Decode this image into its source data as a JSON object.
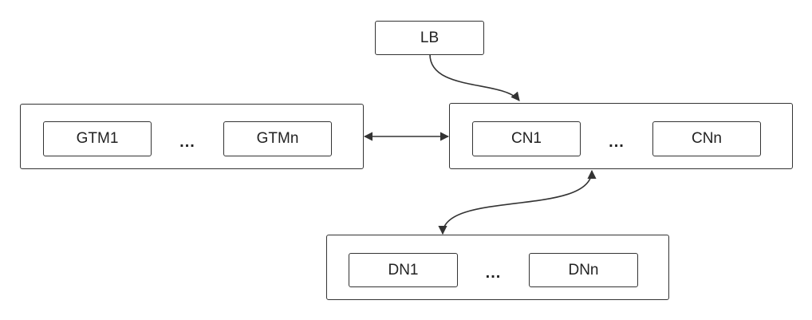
{
  "lb": {
    "label": "LB"
  },
  "gtm_group": {
    "first": "GTM1",
    "ellipsis": "...",
    "last": "GTMn"
  },
  "cn_group": {
    "first": "CN1",
    "ellipsis": "...",
    "last": "CNn"
  },
  "dn_group": {
    "first": "DN1",
    "ellipsis": "...",
    "last": "DNn"
  },
  "colors": {
    "stroke": "#333333",
    "background": "#ffffff"
  }
}
